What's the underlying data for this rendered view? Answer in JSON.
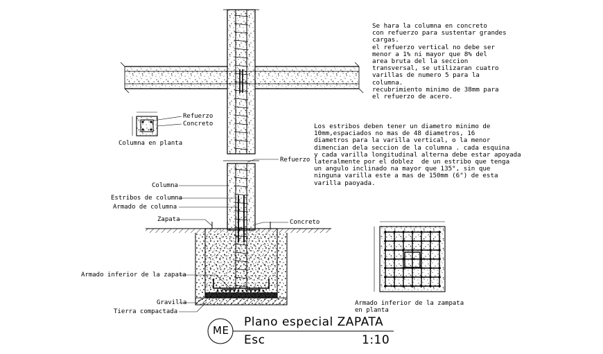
{
  "notes": {
    "column": [
      "Se hara la columna en concreto",
      "con refuerzo para sustentar grandes",
      "cargas.",
      "el refuerzo vertical no debe ser",
      "menor a 1% ni mayor que 8% del",
      "area bruta del la seccion",
      "transversal, se utilizaran cuatro",
      "varillas de numero 5 para la",
      "columna.",
      "recubrimiento minimo de 38mm para",
      "el refuerzo de acero."
    ],
    "stirrups": [
      "Los estribos deben tener un diametro minimo de",
      "10mm,espaciados no mas de 48 diametros, 16",
      "diametros para la varilla vertical, o la menor",
      "dimencian dela seccion de la columna . cada esquina",
      "y cada varilla longitudinal alterna debe estar apoyada",
      "lateralmente por el doblez  de un estribo que tenga",
      "un angulo inclinado na mayor que 135°, sin que",
      "ninguna varilla este a mas de 150mm (6\") de esta",
      "varilla paoyada."
    ]
  },
  "labels": {
    "refuerzo_plan": "Refuerzo",
    "concreto_plan": "Concreto",
    "columna_en_planta": "Columna en planta",
    "refuerzo": "Refuerzo",
    "columna": "Columna",
    "estribos": "Estribos de columna",
    "armado_columna": "Armado de columna",
    "zapata": "Zapata",
    "concreto": "Concreto",
    "armado_inferior": "Armado inferior de la zapata",
    "gravilla": "Gravilla",
    "tierra": "Tierra compactada",
    "plan_caption_1": "Armado inferior de la zampata",
    "plan_caption_2": "en planta"
  },
  "title_block": {
    "badge": "ME",
    "title": "Plano especial ZAPATA",
    "scale_label": "Esc",
    "scale_value": "1:10"
  }
}
